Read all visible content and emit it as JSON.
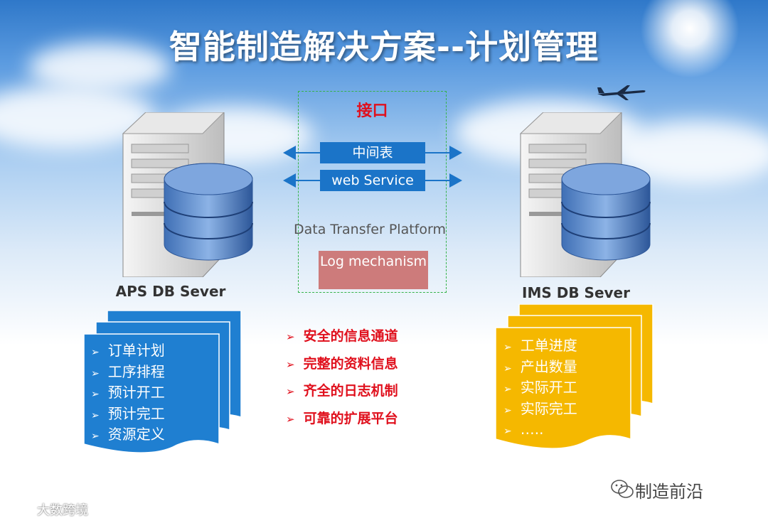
{
  "title": "智能制造解决方案--计划管理",
  "interface": {
    "title": "接口",
    "arrows": [
      "中间表",
      "web Service"
    ],
    "platform": "Data Transfer Platform",
    "log": "Log mechanism"
  },
  "aps": {
    "label": "APS DB Sever",
    "items": [
      "订单计划",
      "工序排程",
      "预计开工",
      "预计完工",
      "资源定义",
      "……"
    ],
    "color": "#1f7fd1"
  },
  "ims": {
    "label": "IMS DB Sever",
    "items": [
      "工单进度",
      "产出数量",
      "实际开工",
      "实际完工",
      "….."
    ],
    "color": "#f5b800"
  },
  "features": [
    "安全的信息通道",
    "完整的资料信息",
    "齐全的日志机制",
    "可靠的扩展平台"
  ],
  "wechat": "制造前沿",
  "watermark": "大数跨境"
}
